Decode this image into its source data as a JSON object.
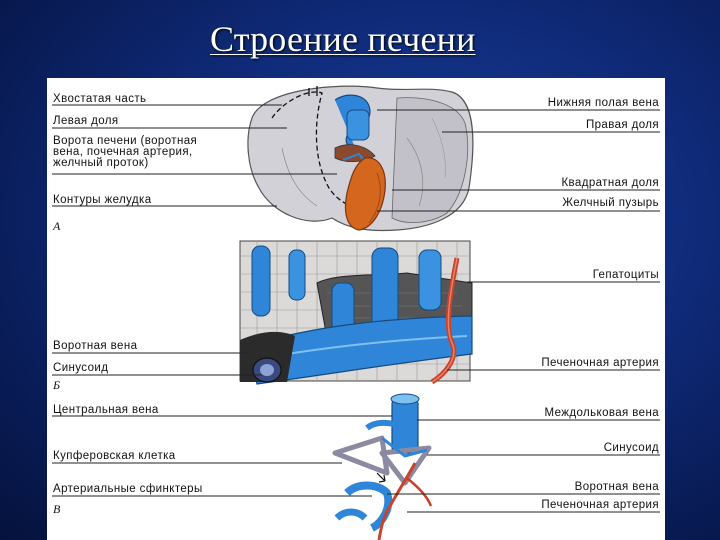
{
  "slide": {
    "title": "Строение печени"
  },
  "section_a": {
    "letter": "А",
    "left_labels": [
      "Хвостатая часть",
      "Левая доля",
      "Ворота печени (воротная\nвена, почечная артерия,\nжелчный проток)",
      "Контуры желудка"
    ],
    "right_labels": [
      "Нижняя полая вена",
      "Правая доля",
      "Квадратная доля",
      "Желчный пузырь"
    ]
  },
  "section_b": {
    "letter": "Б",
    "left_labels": [
      "Воротная вена",
      "Синусоид"
    ],
    "right_labels": [
      "Гепатоциты",
      "Печеночная артерия"
    ]
  },
  "section_c": {
    "letter": "В",
    "left_labels": [
      "Центральная вена",
      "Купферовская клетка",
      "Артериальные сфинктеры"
    ],
    "right_labels": [
      "Междольковая вена",
      "Синусоид",
      "Воротная вена",
      "Печеночная артерия"
    ]
  },
  "colors": {
    "background": "#0f2a78",
    "panel": "#ffffff",
    "vein_blue": "#2f86d8",
    "artery_red": "#c8432a",
    "gallbladder": "#d4661e",
    "liver_gray": "#d3d1d8"
  }
}
